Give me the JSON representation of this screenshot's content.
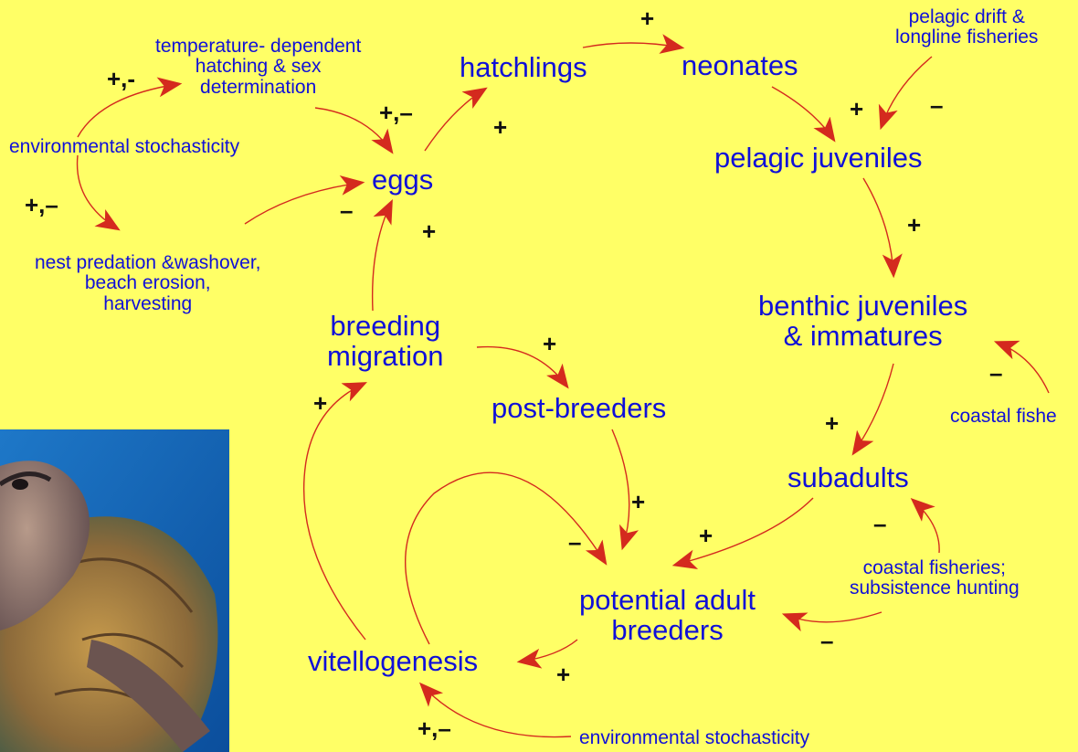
{
  "nodes": {
    "hatchlings": "hatchlings",
    "neonates": "neonates",
    "eggs": "eggs",
    "pelagic_juveniles": "pelagic juveniles",
    "benthic_juveniles": "benthic juveniles\n& immatures",
    "breeding_migration": "breeding\nmigration",
    "post_breeders": "post-breeders",
    "subadults": "subadults",
    "potential_adult_breeders": "potential adult\nbreeders",
    "vitellogenesis": "vitellogenesis"
  },
  "factors": {
    "temperature": "temperature- dependent\nhatching & sex\ndetermination",
    "env_stochasticity_top": "environmental stochasticity",
    "nest_predation": "nest predation &washover,\nbeach erosion,\nharvesting",
    "pelagic_drift": "pelagic drift &\nlongline fisheries",
    "coastal_fisheries_right": "coastal fishe",
    "coastal_subsistence": "coastal fisheries;\nsubsistence hunting",
    "env_stochasticity_bottom": "environmental stochasticity"
  },
  "signs": {
    "env_to_temp": "+,-",
    "env_to_nest": "+,–",
    "temp_to_eggs": "+,–",
    "nest_to_eggs": "–",
    "eggs_to_hatch": "+",
    "migration_to_eggs": "+",
    "hatch_to_neonates": "+",
    "neonates_to_pelagic": "+",
    "drift_to_pelagic": "–",
    "pelagic_to_benthic": "+",
    "coastal_to_benthic": "–",
    "benthic_to_subadults": "+",
    "coastal_to_subadults": "–",
    "migration_to_postbreeders": "+",
    "postbreeders_to_potential": "+",
    "loop_to_potential": "–",
    "subadults_to_potential": "+",
    "coastal_to_potential": "–",
    "potential_to_vitello": "+",
    "vitello_to_migration": "+",
    "env_to_vitello": "+,–"
  },
  "colors": {
    "background": "#FFFF66",
    "label_text": "#1010D8",
    "arrow": "#D42A1E",
    "sign_text": "#111111"
  },
  "image": {
    "subject": "sea turtle photo"
  }
}
